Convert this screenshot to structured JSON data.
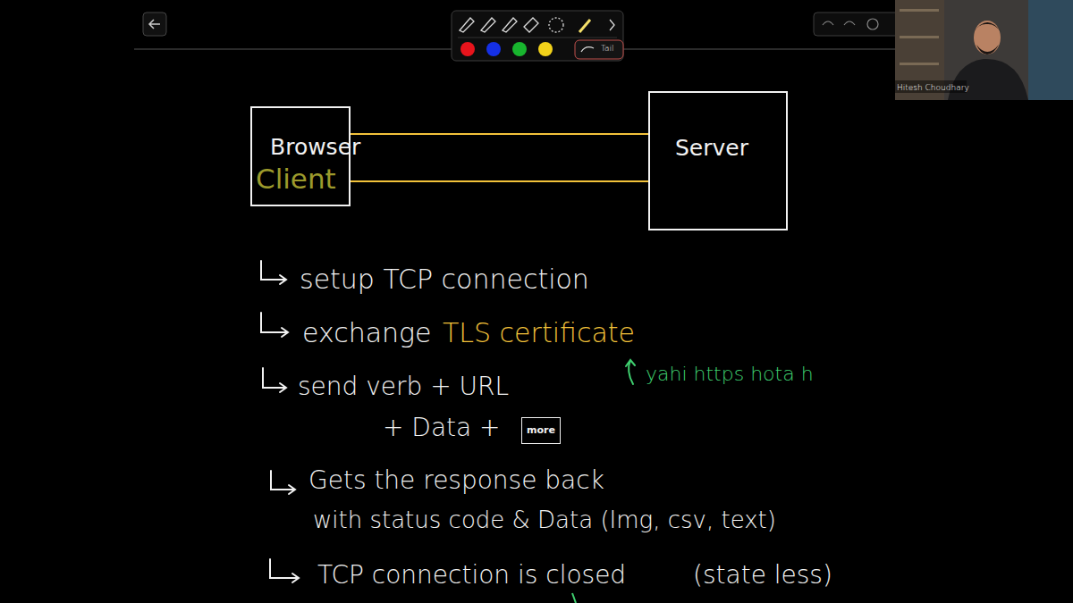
{
  "diagram": {
    "nodes": [
      {
        "text": [
          "Browser",
          "Client"
        ]
      },
      {
        "text": [
          "Server"
        ]
      }
    ],
    "edges": [
      {
        "from": 0,
        "to": 1,
        "arrow": "none"
      },
      {
        "from": 0,
        "to": 1,
        "arrow": "none"
      }
    ],
    "labels": [
      "setup TCP connection",
      "exchange",
      "TLS certificate",
      "yahi https hota h",
      "send verb + URL",
      "+ Data +",
      "more",
      "Gets the response back",
      "with status code & Data (Img, csv, text)",
      "TCP connection is closed",
      "(state less)",
      "Tail",
      "Hitesh Choudhary"
    ]
  }
}
